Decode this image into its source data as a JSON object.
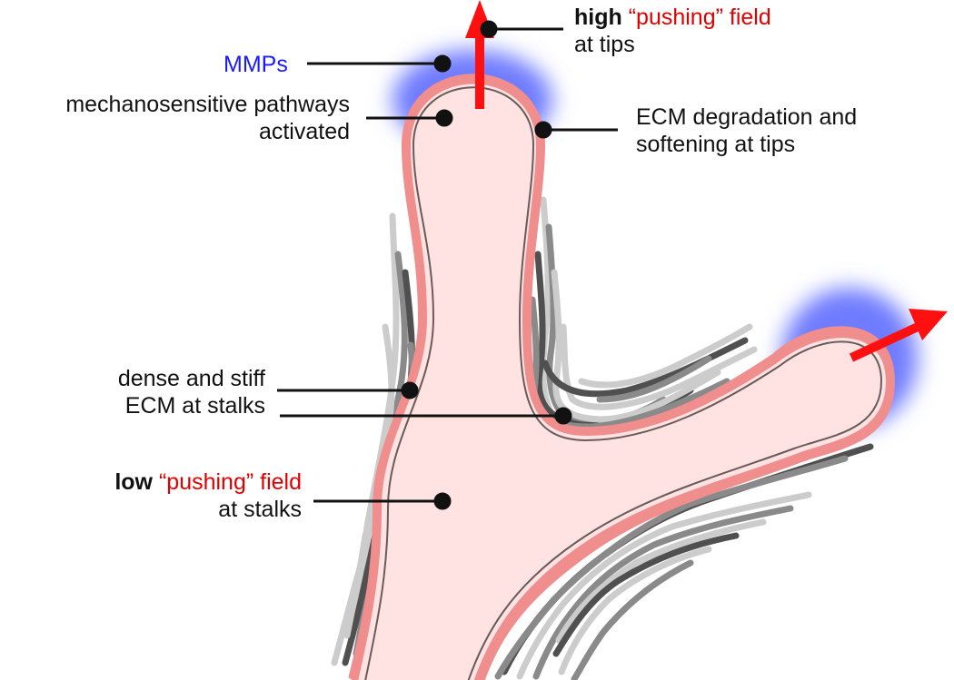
{
  "colors": {
    "vessel_fill": "#ffe3e3",
    "vessel_edge": "#f08d8d",
    "mmp_glow": "#6f7cff",
    "arrow": "#ff1010",
    "fiber_light": "#cccccc",
    "fiber_mid": "#8a8a8a",
    "fiber_dark": "#505050",
    "text": "#111111",
    "accent_red": "#e10000",
    "accent_blue": "#1a1aff"
  },
  "labels": {
    "high": {
      "bold": "high",
      "red": "“pushing” field",
      "line2": "at tips"
    },
    "mmps": "MMPs",
    "mechano": {
      "line1": "mechanosensitive pathways",
      "line2": "activated"
    },
    "ecm_degradation": {
      "line1": "ECM degradation and",
      "line2": "softening at tips"
    },
    "dense": {
      "line1": "dense and stiff",
      "line2": "ECM at stalks"
    },
    "low": {
      "bold": "low",
      "red": "“pushing” field",
      "line2": "at stalks"
    }
  }
}
